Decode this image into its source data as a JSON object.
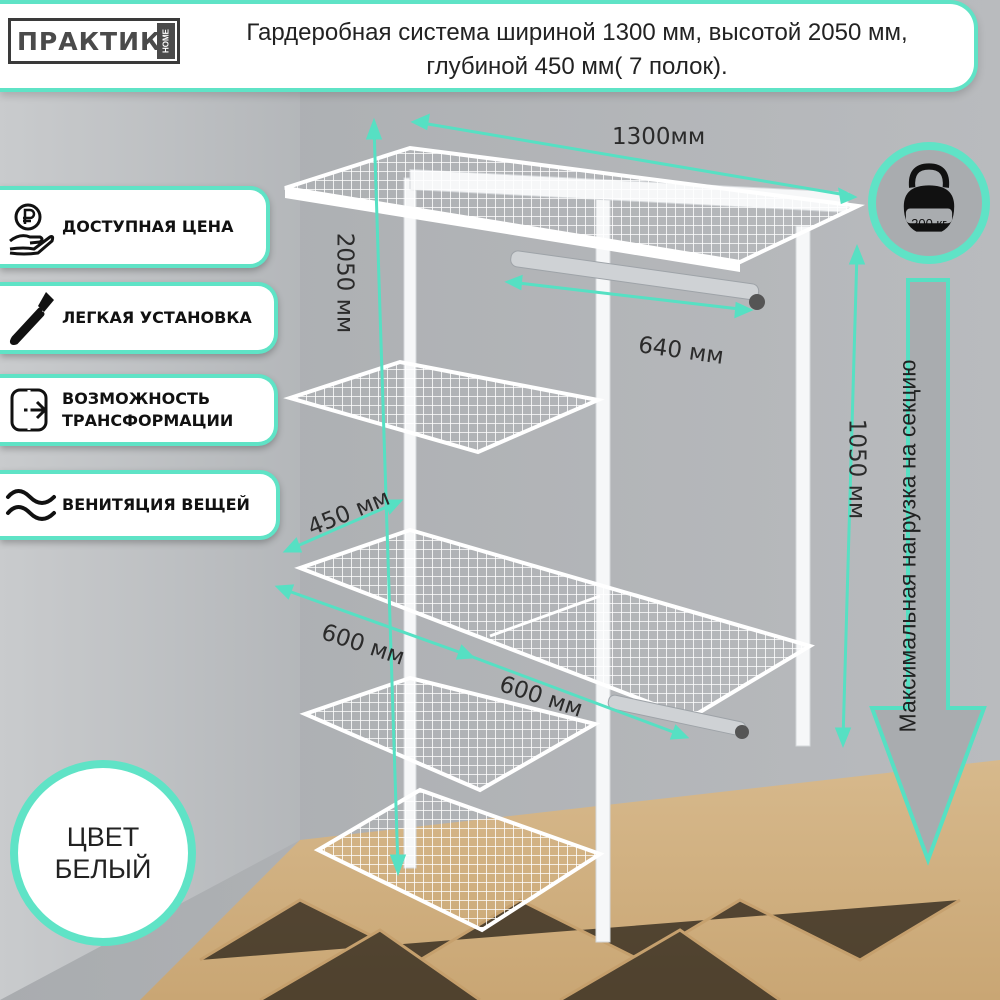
{
  "header": {
    "logo_word": "ПРАКТИК",
    "logo_sub": "HOME",
    "title_line1": "Гардеробная система шириной 1300 мм, высотой 2050 мм,",
    "title_line2": "глубиной 450 мм( 7 полок)."
  },
  "features": [
    {
      "label": "ДОСТУПНАЯ ЦЕНА",
      "icon": "price-hand-icon"
    },
    {
      "label": "ЛЕГКАЯ УСТАНОВКА",
      "icon": "screwdriver-icon"
    },
    {
      "label_line1": "ВОЗМОЖНОСТЬ",
      "label_line2": "ТРАНСФОРМАЦИИ",
      "icon": "transform-icon"
    },
    {
      "label": "ВЕНИТЯЦИЯ ВЕЩЕЙ",
      "icon": "air-flow-icon"
    }
  ],
  "color_badge": {
    "line1": "ЦВЕТ",
    "line2": "БЕЛЫЙ"
  },
  "weight_badge": {
    "text": "200 кг",
    "icon": "kettlebell-icon"
  },
  "load_label": "Максимальная нагрузка на секцию",
  "dimensions": {
    "width_top": "1300мм",
    "height_total": "2050 мм",
    "rod_length": "640 мм",
    "side_height": "1050 мм",
    "depth": "450 мм",
    "left_section": "600 мм",
    "right_section": "600 мм"
  },
  "colors": {
    "accent": "#5fe3c6",
    "wall": "#bfc2c5",
    "floor": "#d8ba8e",
    "rack": "#ffffff"
  }
}
